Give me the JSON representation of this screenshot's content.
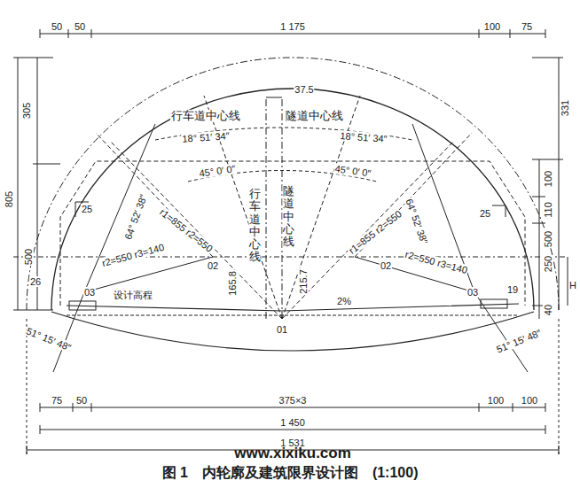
{
  "diagram": {
    "caption": "图 1　内轮廓及建筑限界设计图　(1:100)",
    "labels": [
      "50",
      "50",
      "1 175",
      "100",
      "75",
      "305",
      "331",
      "37.5",
      "行车道中心线",
      "隧道中心线",
      "805",
      "18° 51′ 34″",
      "18° 51′ 34″",
      "45° 0′ 0″",
      "45° 0′ 0″",
      "100",
      "25",
      "行车道中心线",
      "隧道中心线",
      "25",
      "110",
      "500",
      "64° 52′ 38″",
      "r1=855 r2=550",
      "r1=855 r2=550",
      "64° 52′ 38″",
      "500",
      "r2=550 r3=140",
      "02",
      "02",
      "r2=550 r3=140",
      "250",
      "H",
      "26",
      "165.8",
      "215.7",
      "03",
      "设计高程",
      "03",
      "19",
      "2%",
      "40",
      "01",
      "51° 15′ 48″",
      "51° 15′ 48″",
      "75",
      "50",
      "375×3",
      "100",
      "100",
      "1 450",
      "1 531",
      "www.xixiku.com"
    ]
  }
}
